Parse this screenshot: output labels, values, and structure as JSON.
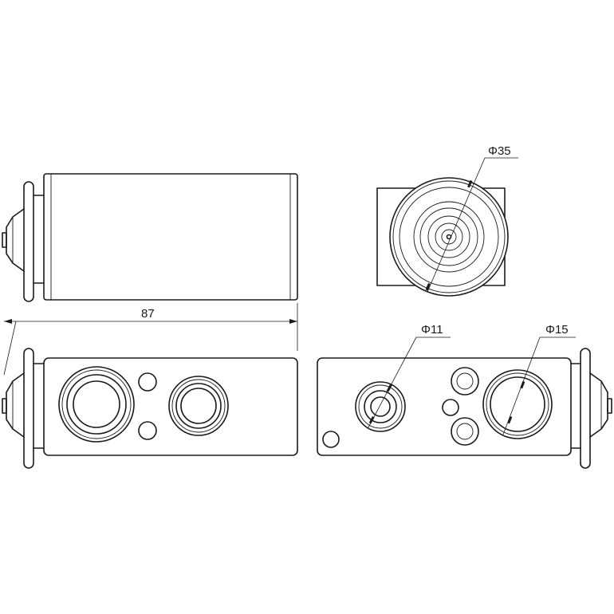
{
  "dimensions": {
    "length": "87",
    "outer_diameter": "Φ35",
    "port_small_diameter": "Φ11",
    "port_large_diameter": "Φ15"
  },
  "colors": {
    "line": "#1a1a1a",
    "background": "#ffffff"
  }
}
